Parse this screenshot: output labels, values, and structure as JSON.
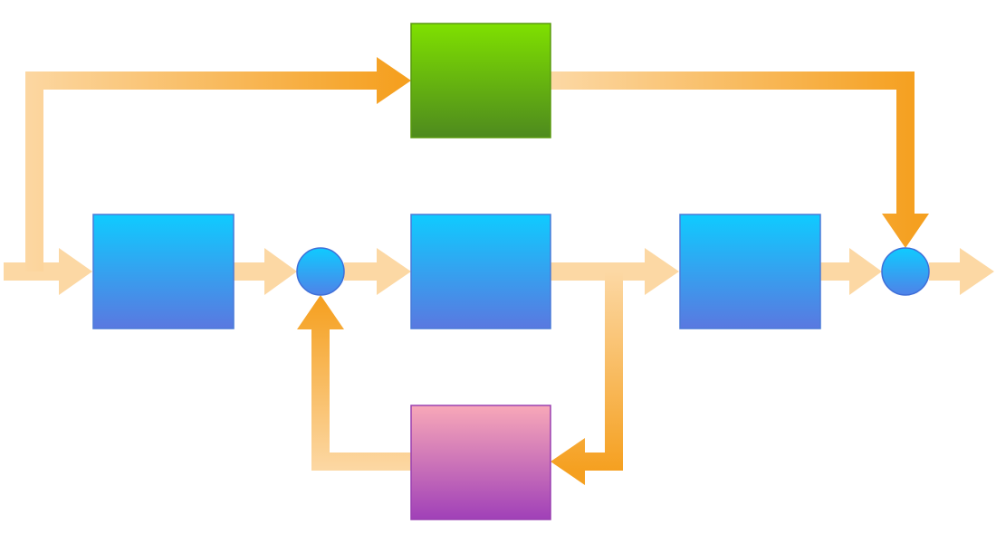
{
  "diagram": {
    "type": "block-diagram",
    "blocks": [
      {
        "id": "feedforward",
        "role": "feedforward-block",
        "gradient": [
          "#7FE000",
          "#4E8A1E"
        ],
        "border": "#5A9A10"
      },
      {
        "id": "controller-1",
        "role": "process-block",
        "gradient": [
          "#0FCBFF",
          "#5A78E0"
        ],
        "border": "#4A7AD8"
      },
      {
        "id": "plant-1",
        "role": "process-block",
        "gradient": [
          "#0FCBFF",
          "#5A78E0"
        ],
        "border": "#4A7AD8"
      },
      {
        "id": "plant-2",
        "role": "process-block",
        "gradient": [
          "#0FCBFF",
          "#5A78E0"
        ],
        "border": "#4A7AD8"
      },
      {
        "id": "feedback",
        "role": "feedback-block",
        "gradient": [
          "#F8A8B8",
          "#A040B8"
        ],
        "border": "#9A40B0"
      }
    ],
    "junctions": [
      {
        "id": "sum-1",
        "role": "summing-junction",
        "gradient": [
          "#0FCBFF",
          "#4F82E8"
        ],
        "border": "#3F6FD8"
      },
      {
        "id": "sum-2",
        "role": "summing-junction",
        "gradient": [
          "#0FCBFF",
          "#4F82E8"
        ],
        "border": "#3F6FD8"
      }
    ],
    "connections": [
      {
        "from": "input",
        "to": "controller-1"
      },
      {
        "from": "input",
        "to": "feedforward"
      },
      {
        "from": "controller-1",
        "to": "sum-1"
      },
      {
        "from": "sum-1",
        "to": "plant-1"
      },
      {
        "from": "plant-1",
        "to": "plant-2"
      },
      {
        "from": "plant-1",
        "to": "feedback"
      },
      {
        "from": "feedback",
        "to": "sum-1"
      },
      {
        "from": "plant-2",
        "to": "sum-2"
      },
      {
        "from": "feedforward",
        "to": "sum-2"
      },
      {
        "from": "sum-2",
        "to": "output"
      }
    ],
    "colors": {
      "arrow_light": "#FCD8A4",
      "arrow_dark": "#F5A020"
    }
  }
}
